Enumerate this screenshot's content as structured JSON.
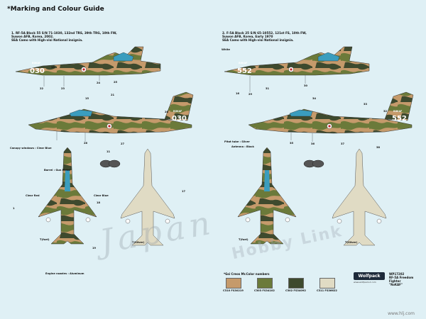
{
  "title": "*Marking and Colour Guide",
  "caption1": [
    "1. RF-5A Block 55 S/N 71-1030, 132nd TRS, 39th TRG, 10th FW,",
    "Suwon AFB, Korea, 2002.",
    "SEA Camo with High-visi National insignia."
  ],
  "caption2": [
    "2. F-5A Block 25 S/N 65-10552, 121st FS, 10th FW,",
    "Suwon AFB, Korea, Early 1970",
    "SEA Camo with High-visi National insignia."
  ],
  "markings": {
    "rokaf": "ROKAF",
    "serial1": "030",
    "serial2": "552",
    "white": "White"
  },
  "labels": {
    "canopy": "Canopy windows : Clear Blue",
    "pitot": "Pitot tube : Silver",
    "antenna": "Antenna : Black",
    "barrel": "Barrel : Gun Metal",
    "clear_red": "Clear Red",
    "clear_blue": "Clear Blue",
    "engine": "Engine nozzles : Aluminum",
    "fuel": "T(fuel)",
    "silver": "T(Silver)"
  },
  "callouts": [
    "13",
    "15",
    "20",
    "21",
    "22",
    "23",
    "24",
    "25",
    "26",
    "27",
    "28",
    "29",
    "30",
    "31",
    "32",
    "33",
    "34",
    "35",
    "36",
    "37",
    "38",
    "16",
    "11",
    "17",
    "18",
    "19",
    "1"
  ],
  "colour_note": "*Gsi Creos Mr.Color numbers",
  "swatches": [
    {
      "label": "C310 FS30219",
      "color": "#c59a6b"
    },
    {
      "label": "C303 FS34102",
      "color": "#6b7a3a"
    },
    {
      "label": "C302 FS34092",
      "color": "#3e4a2e"
    },
    {
      "label": "C311 FS36622",
      "color": "#e0dbc4"
    }
  ],
  "brand": "Wolfpack",
  "brand_url": "www.wolfpack-d.com",
  "product": [
    "WP17202",
    "RF-5A Freedom Fighter",
    "\"RoKAF\""
  ],
  "watermark1": "Japan",
  "watermark2": "Hobby Link",
  "site": "www.hlj.com"
}
